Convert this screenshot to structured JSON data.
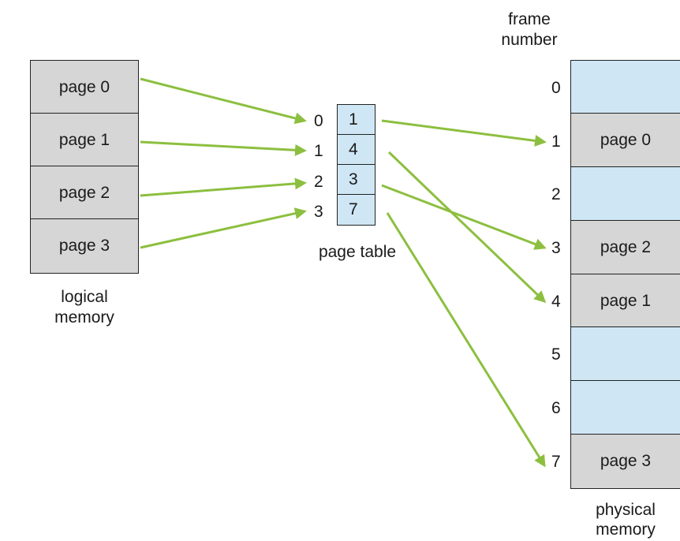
{
  "logical_memory": {
    "pages": [
      "page 0",
      "page 1",
      "page 2",
      "page 3"
    ],
    "caption_line1": "logical",
    "caption_line2": "memory"
  },
  "page_table": {
    "indices": [
      "0",
      "1",
      "2",
      "3"
    ],
    "frames": [
      "1",
      "4",
      "3",
      "7"
    ],
    "caption": "page table"
  },
  "physical_memory": {
    "header_line1": "frame",
    "header_line2": "number",
    "frame_numbers": [
      "0",
      "1",
      "2",
      "3",
      "4",
      "5",
      "6",
      "7"
    ],
    "frames": [
      "",
      "page 0",
      "",
      "page 2",
      "page 1",
      "",
      "",
      "page 3"
    ],
    "caption_line1": "physical",
    "caption_line2": "memory"
  },
  "colors": {
    "arrow": "#8cbf3f",
    "occupied": "#d6d6d6",
    "free": "#cfe7f5",
    "border": "#222222"
  }
}
